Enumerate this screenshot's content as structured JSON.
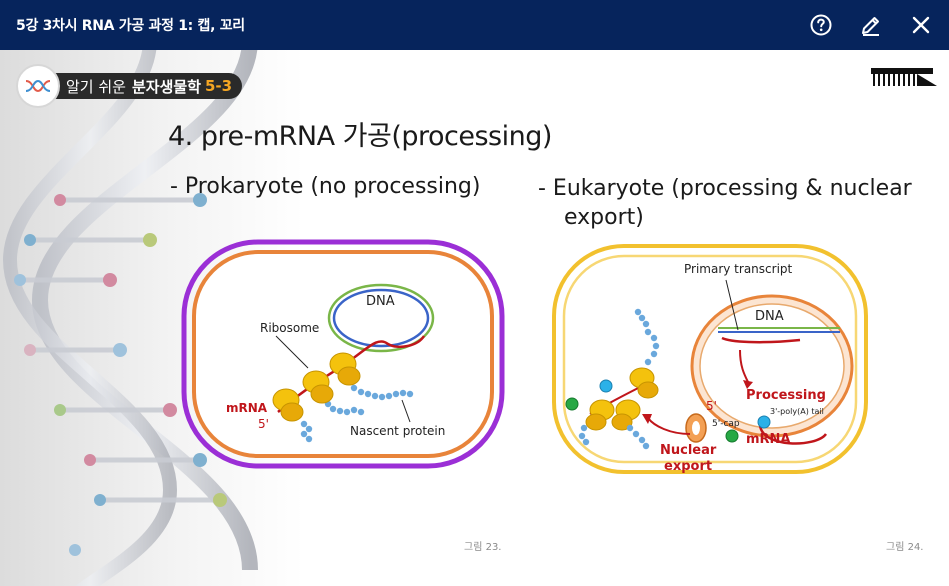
{
  "window": {
    "title": "5강 3차시 RNA 가공 과정 1: 캡, 꼬리",
    "icons": [
      "help-icon",
      "pencil-icon",
      "close-icon"
    ]
  },
  "badge": {
    "series_light": "알기 쉬운",
    "series_bold": "분자생물학",
    "number": "5-3"
  },
  "slide": {
    "heading": "4. pre-mRNA 가공(processing)",
    "prokaryote_heading": "- Prokaryote (no processing)",
    "eukaryote_heading_line1": "-  Eukaryote (processing & nuclear",
    "eukaryote_heading_line2": "export)"
  },
  "figure_left": {
    "dna": "DNA",
    "ribosome": "Ribosome",
    "mrna": "mRNA",
    "five_prime": "5'",
    "nascent_protein": "Nascent protein",
    "caption": "그림 23."
  },
  "figure_right": {
    "primary_transcript": "Primary transcript",
    "dna": "DNA",
    "five_prime": "5'",
    "processing": "Processing",
    "polya": "3'-poly(A) tail",
    "cap": "5'-cap",
    "mrna": "mRNA",
    "nuclear": "Nuclear",
    "export": "export",
    "caption": "그림 24."
  },
  "colors": {
    "titlebar": "#06245c",
    "cell_wall_left": "#9b2fd6",
    "cell_membrane": "#e8843a",
    "cell_wall_right": "#f2c12e",
    "mrna_red": "#c0161b",
    "ribosome_yellow": "#f4c20d",
    "protein_blue": "#6aa8dc",
    "dna_blue": "#3a64c8",
    "dna_green": "#7ab648"
  }
}
